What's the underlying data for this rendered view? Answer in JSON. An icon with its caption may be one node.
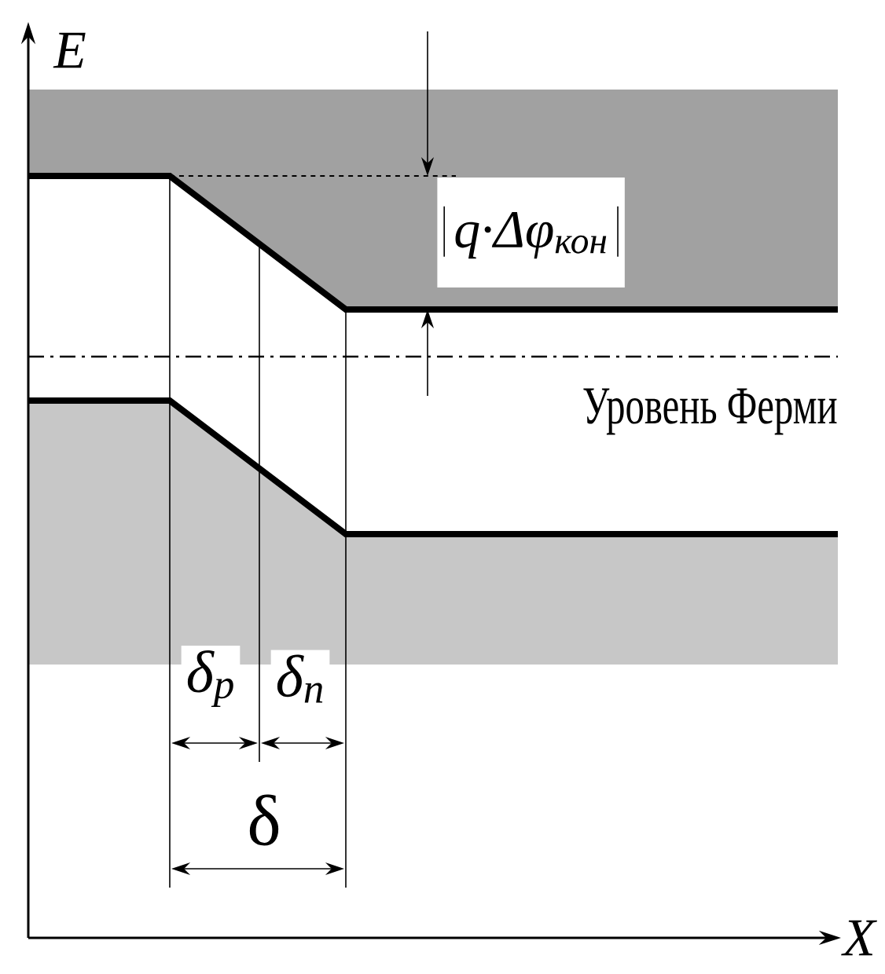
{
  "diagram": {
    "labels": [
      "E",
      "q·Δφ$_{кон}$",
      "Уровень Ферми",
      "δ$_{p}$",
      "δ$_{n}$",
      "δ",
      "X"
    ]
  }
}
